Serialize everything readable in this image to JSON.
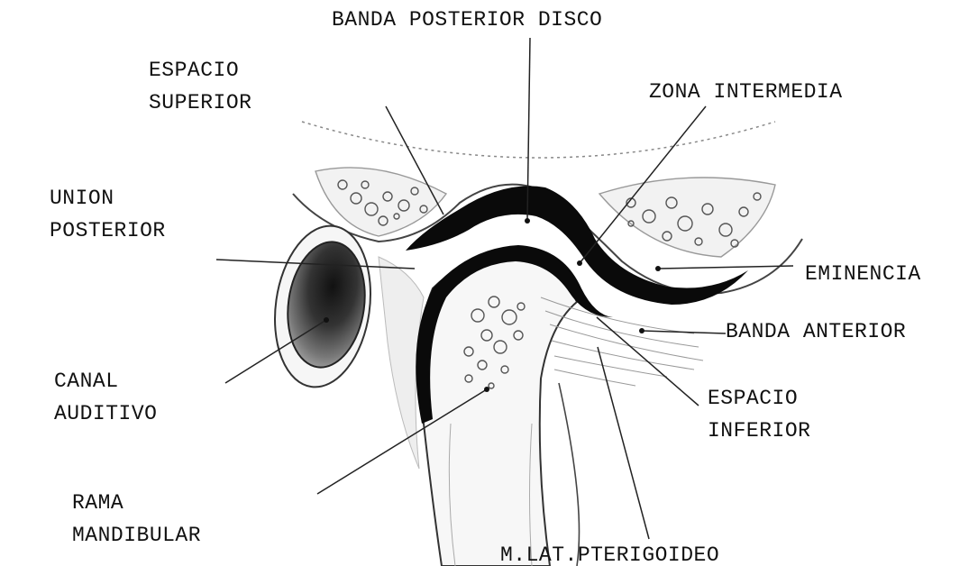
{
  "labels": {
    "banda_posterior_disco": "BANDA POSTERIOR DISCO",
    "espacio_superior": [
      "ESPACIO",
      "SUPERIOR"
    ],
    "zona_intermedia": "ZONA INTERMEDIA",
    "union_posterior": [
      "UNION",
      "POSTERIOR"
    ],
    "eminencia": "EMINENCIA",
    "banda_anterior": "BANDA ANTERIOR",
    "canal_auditivo": [
      "CANAL",
      "AUDITIVO"
    ],
    "espacio_inferior": [
      "ESPACIO",
      "INFERIOR"
    ],
    "rama_mandibular": [
      "RAMA",
      "MANDIBULAR"
    ],
    "m_lat_pterigoideo": "M.LAT.PTERIGOIDEO"
  },
  "colors": {
    "ink": "#111111",
    "disc": "#0a0a0a",
    "bone_texture": "#555555",
    "background": "#ffffff"
  }
}
